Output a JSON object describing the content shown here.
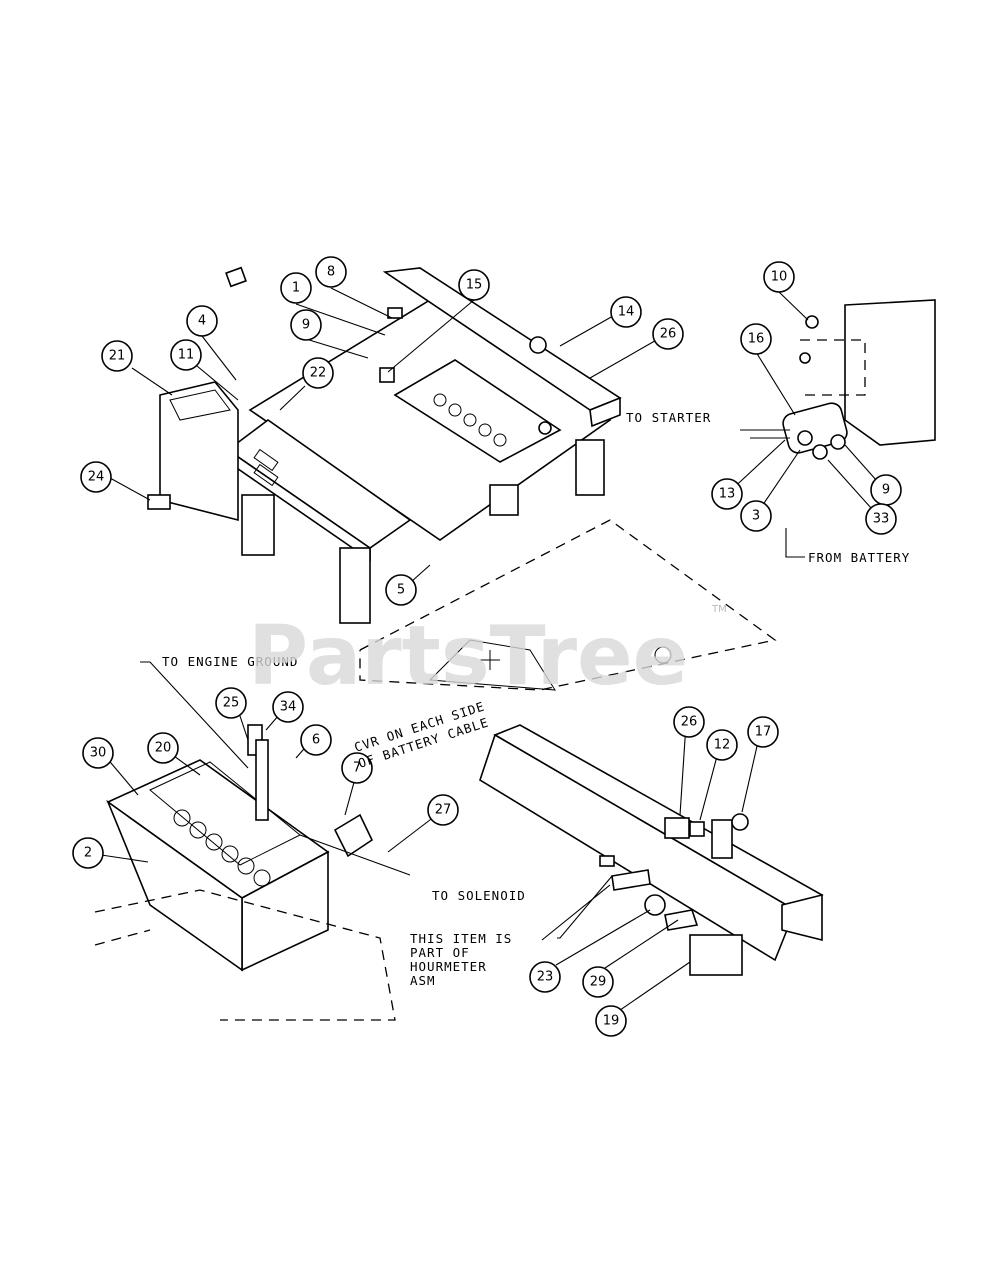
{
  "watermark": {
    "text": "PartsTree",
    "tm": "TM"
  },
  "notes": {
    "to_starter": "TO STARTER",
    "from_battery": "FROM BATTERY",
    "to_engine_ground": "TO ENGINE GROUND",
    "cvr_line1": "CVR ON EACH SIDE",
    "cvr_line2": "OF BATTERY CABLE",
    "to_solenoid": "TO SOLENOID",
    "hourmeter_line1": "THIS ITEM IS",
    "hourmeter_line2": "PART OF",
    "hourmeter_line3": "HOURMETER",
    "hourmeter_line4": "ASM"
  },
  "callouts": {
    "c1": "1",
    "c4": "4",
    "c8": "8",
    "c9a": "9",
    "c15": "15",
    "c14": "14",
    "c26a": "26",
    "c21": "21",
    "c11": "11",
    "c22": "22",
    "c24": "24",
    "c5": "5",
    "c10": "10",
    "c16": "16",
    "c13": "13",
    "c3": "3",
    "c9b": "9",
    "c33": "33",
    "c25": "25",
    "c34": "34",
    "c6": "6",
    "c30": "30",
    "c20": "20",
    "c2": "2",
    "c7": "7",
    "c27": "27",
    "c26b": "26",
    "c12": "12",
    "c17": "17",
    "c23": "23",
    "c29": "29",
    "c19": "19"
  }
}
